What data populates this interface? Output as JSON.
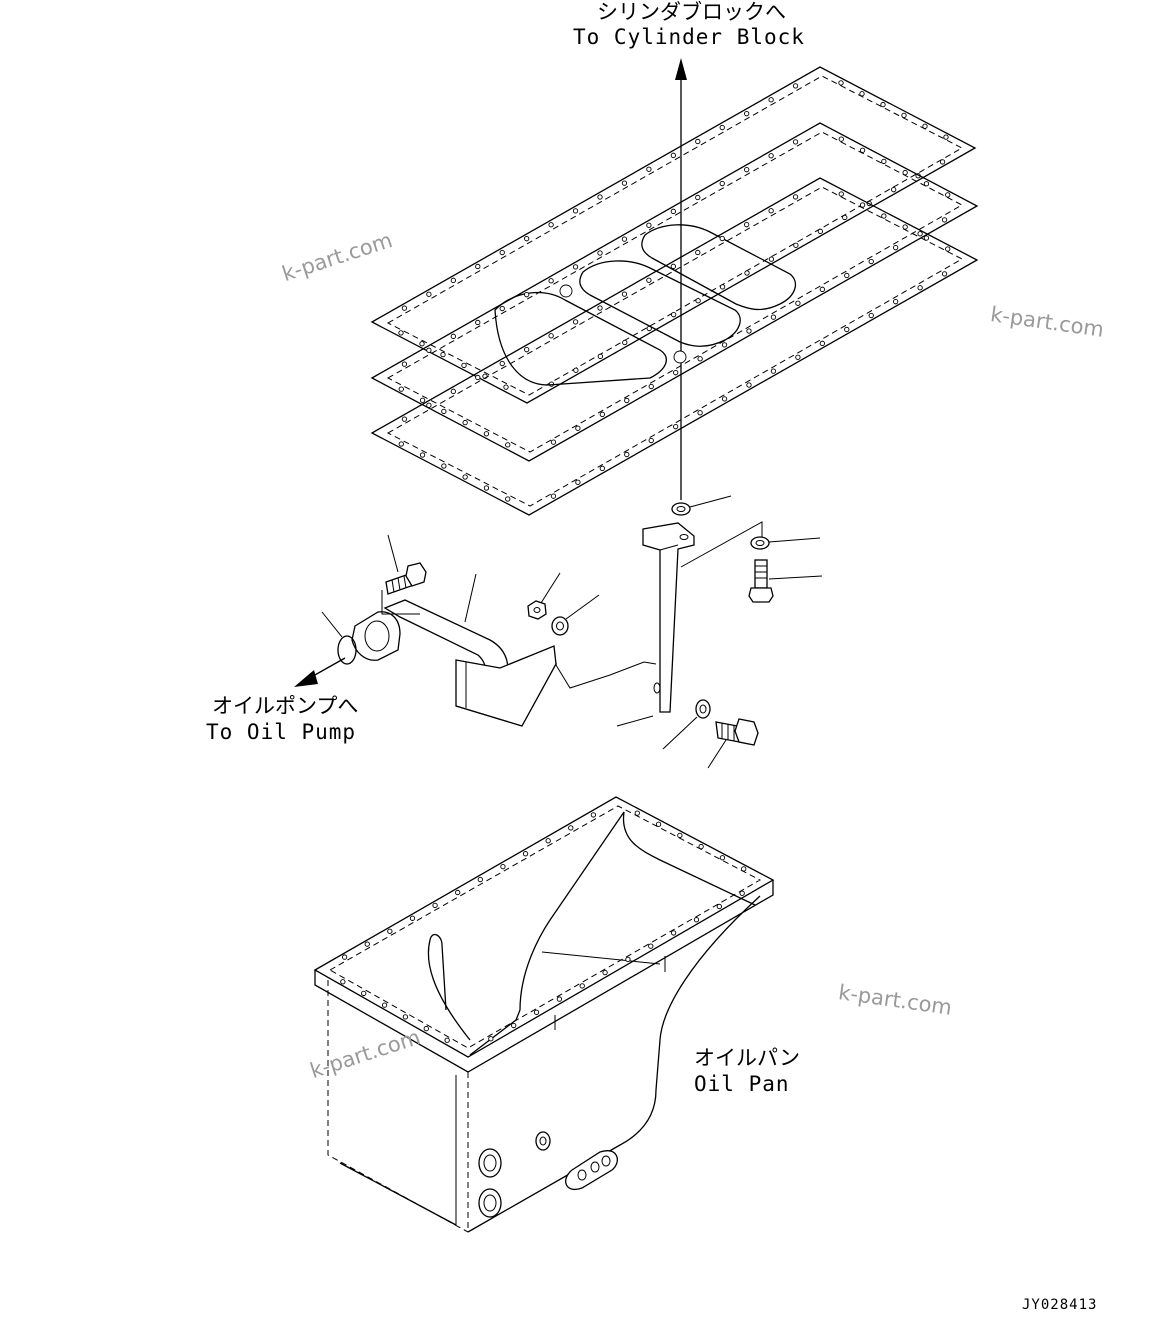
{
  "labels": {
    "cylinder_block_jp": "シリンダブロックへ",
    "cylinder_block_en": "To Cylinder Block",
    "oil_pump_jp": "オイルポンプへ",
    "oil_pump_en": "To Oil Pump",
    "oil_pan_jp": "オイルパン",
    "oil_pan_en": "Oil Pan"
  },
  "watermarks": [
    "k-part.com",
    "k-part.com",
    "k-part.com",
    "k-part.com"
  ],
  "drawing_code": "JY028413"
}
